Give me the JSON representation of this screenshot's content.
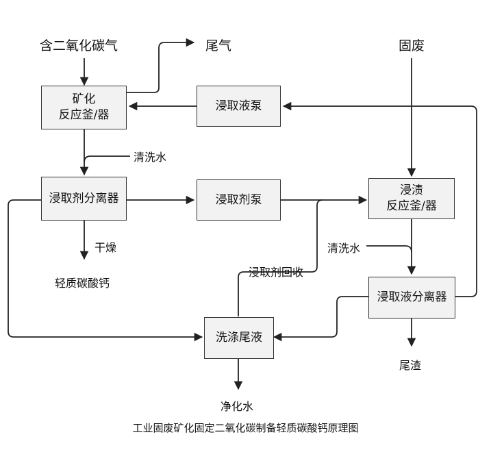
{
  "labels": {
    "input_co2": "含二氧化碳气",
    "tail_gas": "尾气",
    "solid_waste": "固废",
    "wash_water_1": "清洗水",
    "wash_water_2": "清洗水",
    "dry": "干燥",
    "product": "轻质碳酸钙",
    "recover": "浸取剂回收",
    "residue": "尾渣",
    "clean_water": "净化水"
  },
  "boxes": {
    "mineralization_reactor": {
      "line1": "矿化",
      "line2": "反应釜/器"
    },
    "leach_liquid_pump": "浸取液泵",
    "leachant_separator": "浸取剂分离器",
    "leachant_pump": "浸取剂泵",
    "leaching_reactor": {
      "line1": "浸渍",
      "line2": "反应釜/器"
    },
    "leach_liquid_separator": "浸取液分离器",
    "washing_tail_liquid": "洗涤尾液"
  },
  "caption": "工业固废矿化固定二氧化碳制备轻质碳酸钙原理图"
}
